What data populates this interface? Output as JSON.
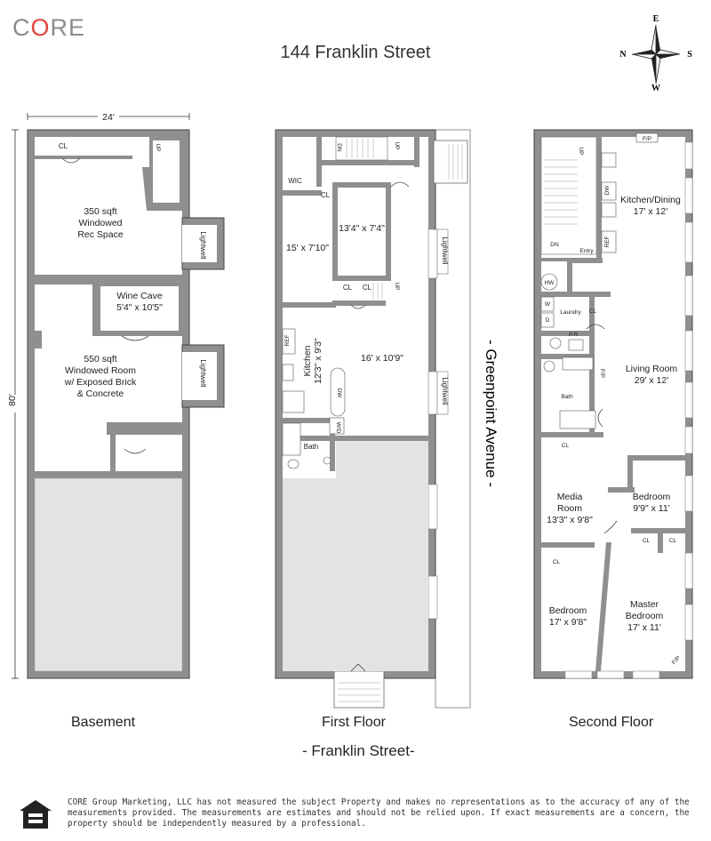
{
  "brand": {
    "logo_text": "CORE"
  },
  "title": "144 Franklin Street",
  "compass": {
    "north": "N",
    "south": "S",
    "east": "E",
    "west": "W"
  },
  "dimensions": {
    "width": "24'",
    "length": "80'"
  },
  "floors": {
    "basement": {
      "caption": "Basement",
      "rooms": {
        "cl": "CL",
        "up": "UP",
        "rec_line1": "350 sqft",
        "rec_line2": "Windowed",
        "rec_line3": "Rec Space",
        "lightwell1": "Lightwell",
        "wine_line1": "Wine Cave",
        "wine_line2": "5'4\" x 10'5\"",
        "room_line1": "550 sqft",
        "room_line2": "Windowed Room",
        "room_line3": "w/ Exposed Brick",
        "room_line4": "& Concrete",
        "lightwell2": "Lightwell"
      }
    },
    "first": {
      "caption": "First Floor",
      "rooms": {
        "dn": "DN",
        "up": "UP",
        "wic": "WIC",
        "cl": "CL",
        "room1": "15' x 7'10\"",
        "room2": "13'4\" x 7'4\"",
        "cl2": "CL",
        "cl3": "CL",
        "up2": "UP",
        "lightwell1": "Lightwell",
        "ref": "REF",
        "kitchen": "Kitchen",
        "kitchen_dim": "12'3\" x 9'3\"",
        "dw": "DW",
        "living_dim": "16' x 10'9\"",
        "lightwell2": "Lightwell",
        "wd": "W/D",
        "bath": "Bath"
      }
    },
    "second": {
      "caption": "Second Floor",
      "rooms": {
        "up": "UP",
        "dn": "DN",
        "entry": "Entry",
        "fp": "F/P",
        "dw": "DW",
        "ref": "REF",
        "kitchen": "Kitchen/Dining",
        "kitchen_dim": "17' x 12'",
        "hw": "HW",
        "w": "W",
        "d": "D",
        "laundry": "Laundry",
        "cl1": "CL",
        "pr": "P.R.",
        "bath": "Bath",
        "fp2": "F/P",
        "living": "Living Room",
        "living_dim": "29' x 12'",
        "cl2": "CL",
        "media1": "Media",
        "media2": "Room",
        "media_dim": "13'3\" x 9'8\"",
        "bed1": "Bedroom",
        "bed1_dim": "9'9\" x 11'",
        "cl3": "CL",
        "cl4": "CL",
        "cl5": "CL",
        "bed2": "Bedroom",
        "bed2_dim": "17' x 9'8\"",
        "master1": "Master",
        "master2": "Bedroom",
        "master_dim": "17' x 11'",
        "fp3": "F/P"
      }
    }
  },
  "streets": {
    "side": "- Greenpoint Avenue -",
    "front": "- Franklin Street-"
  },
  "disclaimer": "CORE Group Marketing, LLC has not measured the subject Property and makes no representations as to the accuracy of any of the measurements provided. The measurements are estimates and should not be relied upon. If exact measurements are a concern, the property should be independently measured by a professional.",
  "colors": {
    "logo_gray": "#8a8d90",
    "logo_accent": "#e0453b",
    "wall": "#8f8f8f",
    "unfinished": "#e3e3e3"
  }
}
